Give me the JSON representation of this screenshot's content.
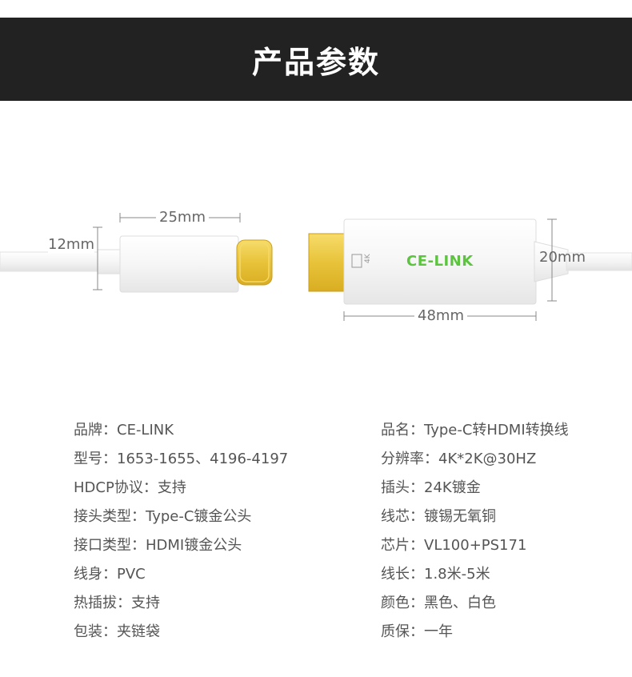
{
  "banner": {
    "title": "产品参数"
  },
  "illustration": {
    "brand_logo": "CE-LINK",
    "dim_typec_length": "25mm",
    "dim_typec_height": "12mm",
    "dim_hdmi_length": "48mm",
    "dim_hdmi_height": "20mm",
    "colors": {
      "cable": "#f4f4f4",
      "gold": "#e8c33a",
      "logo": "#5cc43e"
    }
  },
  "specs": {
    "left": [
      "品牌：CE-LINK",
      "型号：1653-1655、4196-4197",
      "HDCP协议：支持",
      "接头类型：Type-C镀金公头",
      "接口类型：HDMI镀金公头",
      "线身：PVC",
      "热插拔：支持",
      "包装：夹链袋"
    ],
    "right": [
      "品名：Type-C转HDMI转换线",
      "分辨率：4K*2K@30HZ",
      "插头：24K镀金",
      "线芯：镀锡无氧铜",
      "芯片：VL100+PS171",
      "线长：1.8米-5米",
      "颜色：黑色、白色",
      "质保：一年"
    ]
  }
}
